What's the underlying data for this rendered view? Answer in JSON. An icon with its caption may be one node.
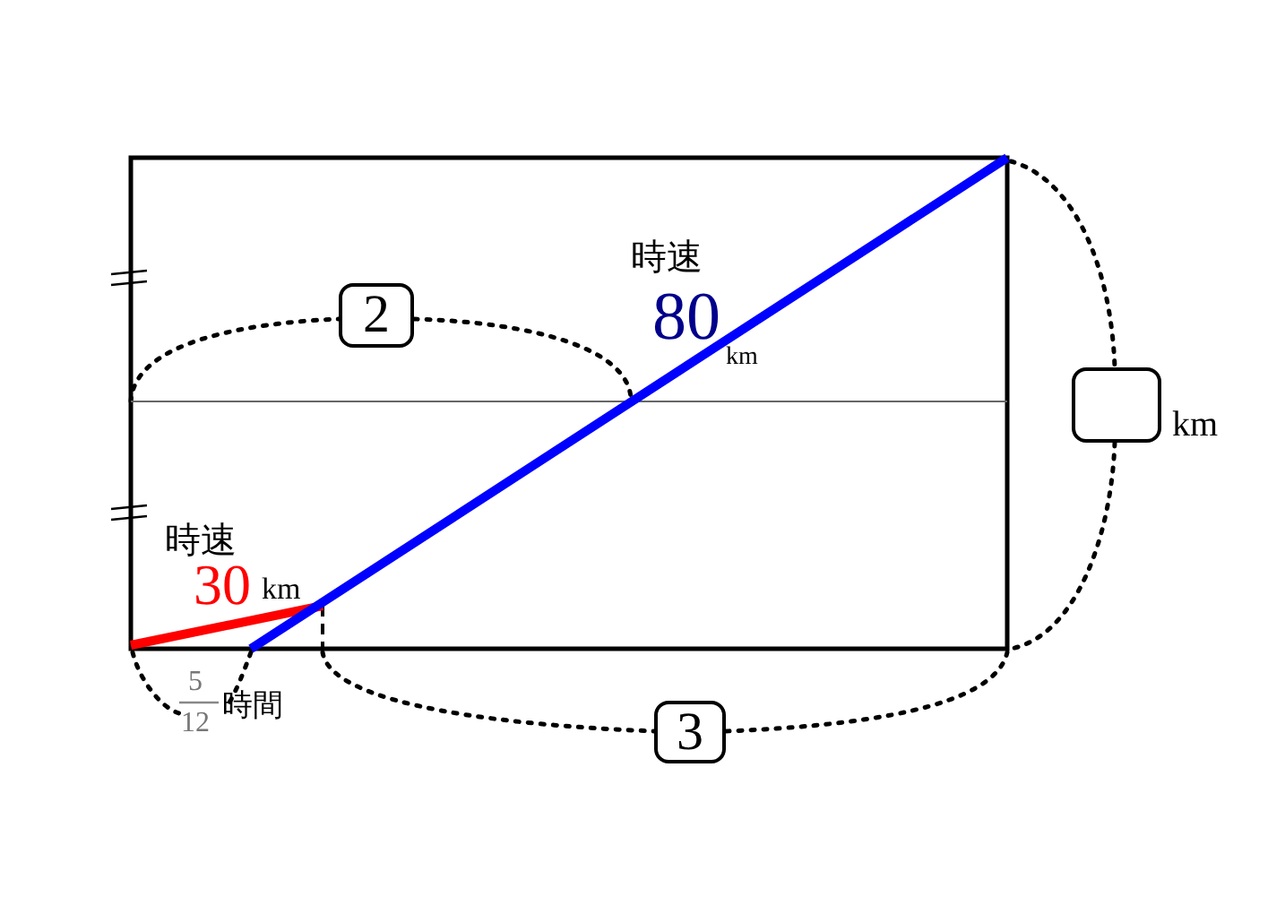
{
  "diagram": {
    "nodes": [
      {
        "text": [
          "2"
        ]
      },
      {
        "text": [
          "3"
        ]
      },
      {
        "text": [],
        "shape": "box",
        "beside": [
          "km"
        ]
      }
    ],
    "edges": [],
    "labels": [
      "時速",
      "80",
      "km",
      "時速",
      "30",
      "km",
      "5",
      "12",
      "時間"
    ]
  }
}
